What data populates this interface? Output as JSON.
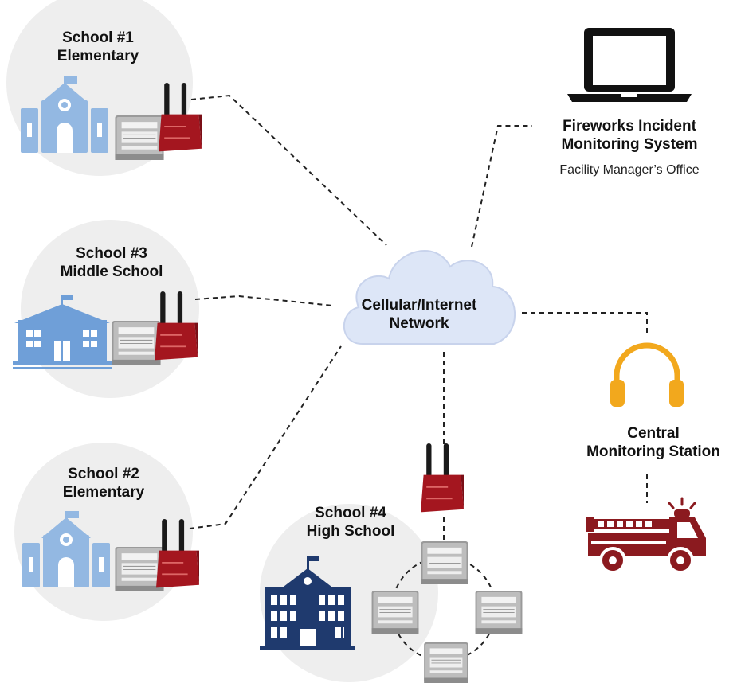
{
  "schools": [
    {
      "name_line1": "School #1",
      "name_line2": "Elementary"
    },
    {
      "name_line1": "School #3",
      "name_line2": "Middle School"
    },
    {
      "name_line1": "School #2",
      "name_line2": "Elementary"
    },
    {
      "name_line1": "School #4",
      "name_line2": "High School"
    }
  ],
  "network": {
    "line1": "Cellular/Internet",
    "line2": "Network"
  },
  "monitoring_system": {
    "line1": "Fireworks Incident",
    "line2": "Monitoring System",
    "location": "Facility Manager’s Office"
  },
  "central_station": {
    "line1": "Central",
    "line2": "Monitoring Station"
  },
  "colors": {
    "circle_bg": "#eeeeee",
    "elementary_icon": "#93b8e2",
    "middle_school_icon": "#6f9fd8",
    "high_school_icon": "#1f3a6e",
    "communicator_red": "#a4161f",
    "headset_orange": "#f2a81d",
    "fire_truck": "#8b1a1f",
    "cloud_fill": "#dde6f7",
    "laptop": "#111111"
  },
  "icons": [
    "school-building-icon",
    "communicator-icon",
    "fire-panel-icon",
    "cloud-icon",
    "laptop-icon",
    "headset-icon",
    "fire-truck-icon"
  ]
}
